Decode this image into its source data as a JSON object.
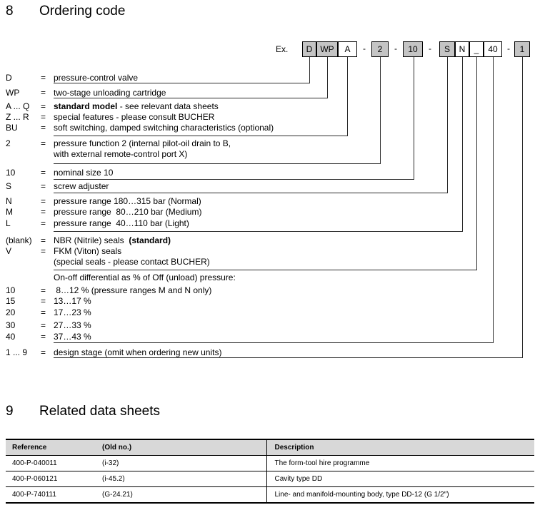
{
  "ordering_code": {
    "heading": {
      "number": "8",
      "title": "Ordering code"
    },
    "example_label": "Ex.",
    "code_parts": [
      {
        "text": "D",
        "style": "filled"
      },
      {
        "text": "WP",
        "style": "filled"
      },
      {
        "text": "A",
        "style": "open"
      },
      {
        "text": "-",
        "style": "separator"
      },
      {
        "text": "2",
        "style": "filled"
      },
      {
        "text": "-",
        "style": "separator"
      },
      {
        "text": "10",
        "style": "filled"
      },
      {
        "text": "-",
        "style": "separator"
      },
      {
        "text": "S",
        "style": "filled"
      },
      {
        "text": "N",
        "style": "open"
      },
      {
        "text": "_",
        "style": "open"
      },
      {
        "text": "40",
        "style": "open"
      },
      {
        "text": "-",
        "style": "separator"
      },
      {
        "text": "1",
        "style": "filled"
      }
    ],
    "legend": [
      {
        "code": "D",
        "lines": [
          [
            {
              "text": "pressure-control valve"
            }
          ]
        ]
      },
      {
        "code": "WP",
        "lines": [
          [
            {
              "text": "two-stage unloading cartridge"
            }
          ]
        ]
      },
      {
        "code": "A ... Q",
        "lines": [
          [
            {
              "text": "standard model",
              "bold": true
            },
            {
              "text": " - see relevant data sheets"
            }
          ]
        ]
      },
      {
        "code": "Z ... R",
        "lines": [
          [
            {
              "text": "special features - please consult BUCHER"
            }
          ]
        ]
      },
      {
        "code": "BU",
        "lines": [
          [
            {
              "text": "soft switching, damped switching characteristics (optional)"
            }
          ]
        ]
      },
      {
        "code": "2",
        "lines": [
          [
            {
              "text": "pressure function 2 (internal pilot-oil drain to B,"
            }
          ],
          [
            {
              "text": "with external remote-control port X)"
            }
          ]
        ]
      },
      {
        "code": "10",
        "lines": [
          [
            {
              "text": "nominal size 10"
            }
          ]
        ]
      },
      {
        "code": "S",
        "lines": [
          [
            {
              "text": "screw adjuster"
            }
          ]
        ]
      },
      {
        "code": "N",
        "lines": [
          [
            {
              "text": "pressure range 180…315 bar (Normal)"
            }
          ]
        ]
      },
      {
        "code": "M",
        "lines": [
          [
            {
              "text": "pressure range  80…210 bar (Medium)"
            }
          ]
        ]
      },
      {
        "code": "L",
        "lines": [
          [
            {
              "text": "pressure range  40…110 bar (Light)"
            }
          ]
        ]
      },
      {
        "code": "(blank)",
        "lines": [
          [
            {
              "text": "NBR (Nitrile) seals  "
            },
            {
              "text": "(standard)",
              "bold": true
            }
          ]
        ]
      },
      {
        "code": "V",
        "lines": [
          [
            {
              "text": "FKM (Viton) seals"
            }
          ]
        ]
      },
      {
        "code": "",
        "lines": [
          [
            {
              "text": "(special seals - please contact BUCHER)"
            }
          ]
        ]
      },
      {
        "code": "",
        "lines": [
          [
            {
              "text": "On-off differential as % of Off (unload) pressure:"
            }
          ]
        ]
      },
      {
        "code": "10",
        "lines": [
          [
            {
              "text": " 8…12 % (pressure ranges M and N only)"
            }
          ]
        ]
      },
      {
        "code": "15",
        "lines": [
          [
            {
              "text": "13…17 %"
            }
          ]
        ]
      },
      {
        "code": "20",
        "lines": [
          [
            {
              "text": "17…23 %"
            }
          ]
        ]
      },
      {
        "code": "30",
        "lines": [
          [
            {
              "text": "27…33 %"
            }
          ]
        ]
      },
      {
        "code": "40",
        "lines": [
          [
            {
              "text": "37…43 %"
            }
          ]
        ]
      },
      {
        "code": "1 ... 9",
        "lines": [
          [
            {
              "text": "design stage (omit when ordering new units)"
            }
          ]
        ]
      }
    ]
  },
  "related_sheets": {
    "heading": {
      "number": "9",
      "title": "Related data sheets"
    },
    "table": {
      "columns": [
        "Reference",
        "(Old no.)",
        "Description"
      ],
      "rows": [
        [
          "400-P-040011",
          "(i-32)",
          "The form-tool hire programme"
        ],
        [
          "400-P-060121",
          "(i-45.2)",
          "Cavity type DD"
        ],
        [
          "400-P-740111",
          "(G-24.21)",
          "Line- and manifold-mounting body, type DD-12 (G 1/2″)"
        ]
      ]
    }
  },
  "colors": {
    "box_fill": "#c4c4c4",
    "table_header_bg": "#d8d8d8",
    "line_color": "#2b2b2b"
  }
}
